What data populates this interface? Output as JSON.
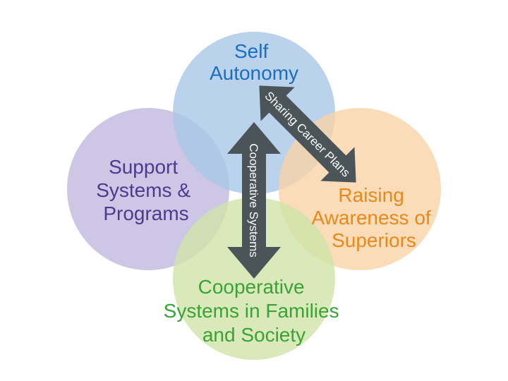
{
  "circles": {
    "top": {
      "lines": [
        "Self",
        "Autonomy"
      ],
      "fill": "#a9c7e6",
      "text_color": "#1a6fc0"
    },
    "left": {
      "lines": [
        "Support",
        "Systems &",
        "Programs"
      ],
      "fill": "#c4bde0",
      "text_color": "#4b3b8f"
    },
    "right": {
      "lines": [
        "Raising",
        "Awareness of",
        "Superiors"
      ],
      "fill": "#f9d3a8",
      "text_color": "#e8891a"
    },
    "bottom": {
      "lines": [
        "Cooperative",
        "Systems in Families",
        "and Society"
      ],
      "fill": "#cfe3a8",
      "text_color": "#3aa335"
    }
  },
  "arrows": {
    "vertical": {
      "label": "Cooperative Systems",
      "color": "#4a5459"
    },
    "diagonal": {
      "label": "Sharing Career Plans",
      "color": "#4a5459"
    }
  }
}
